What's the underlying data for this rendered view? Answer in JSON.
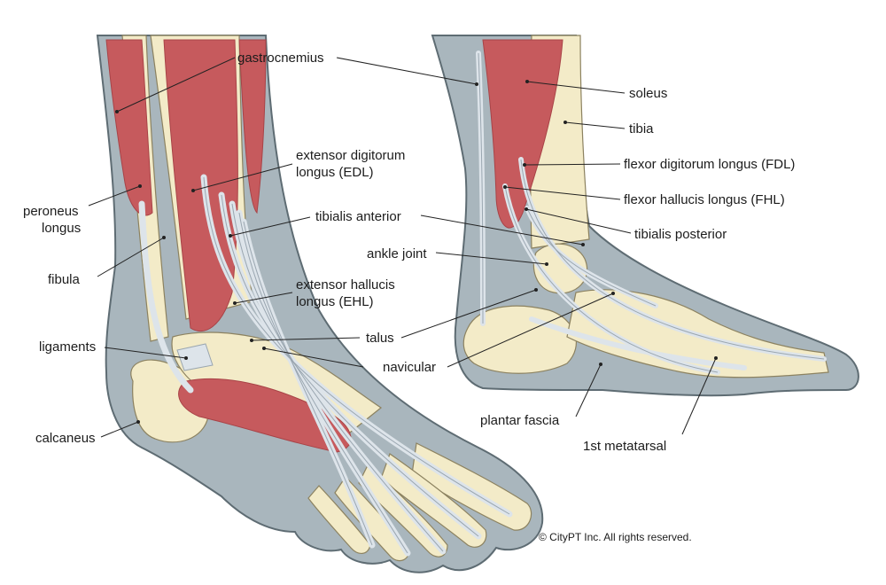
{
  "labels": {
    "gastrocnemius": "gastrocnemius",
    "soleus": "soleus",
    "tibia": "tibia",
    "edl_line1": "extensor digitorum",
    "edl_line2": "longus (EDL)",
    "fdl": "flexor digitorum longus (FDL)",
    "fhl": "flexor hallucis longus (FHL)",
    "peroneus_line1": "peroneus",
    "peroneus_line2": "longus",
    "tibialis_anterior": "tibialis anterior",
    "tibialis_posterior": "tibialis posterior",
    "ankle_joint": "ankle joint",
    "fibula": "fibula",
    "ehl_line1": "extensor hallucis",
    "ehl_line2": "longus (EHL)",
    "ligaments": "ligaments",
    "talus": "talus",
    "navicular": "navicular",
    "calcaneus": "calcaneus",
    "plantar_fascia": "plantar fascia",
    "first_metatarsal": "1st metatarsal"
  },
  "copyright": "© CityPT Inc. All rights reserved.",
  "colors": {
    "skin": "#a9b6bd",
    "skin_edge": "#5e6c73",
    "bone": "#f3ebc8",
    "bone_edge": "#8c8260",
    "muscle": "#c65a5d",
    "muscle_dark": "#a84347",
    "tendon": "#dde4ea",
    "tendon_edge": "#9aa6b0"
  }
}
